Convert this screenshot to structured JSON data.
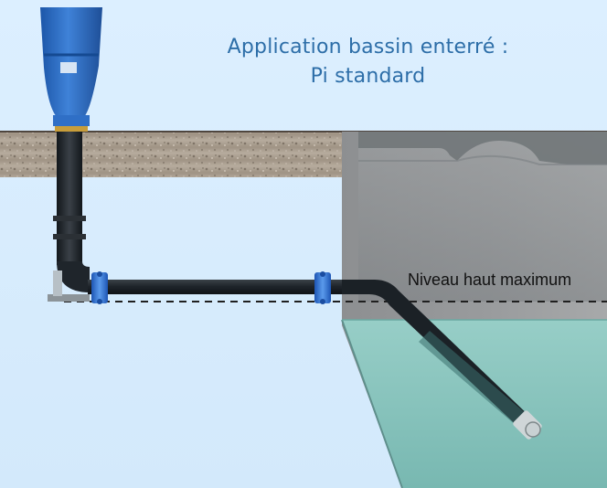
{
  "title": {
    "line1": "Application bassin enterré :",
    "line2": "Pi standard"
  },
  "labels": {
    "level": "Niveau haut maximum"
  },
  "colors": {
    "background": "#d6ebf9",
    "title": "#2d6ea8",
    "soil": "#a79a8c",
    "pipe": "#1f252b",
    "coupling": "#2d6ed0",
    "tank": "#8e9295",
    "water": "#8ec7c1"
  },
  "icons": {
    "pump": "pump-icon"
  }
}
